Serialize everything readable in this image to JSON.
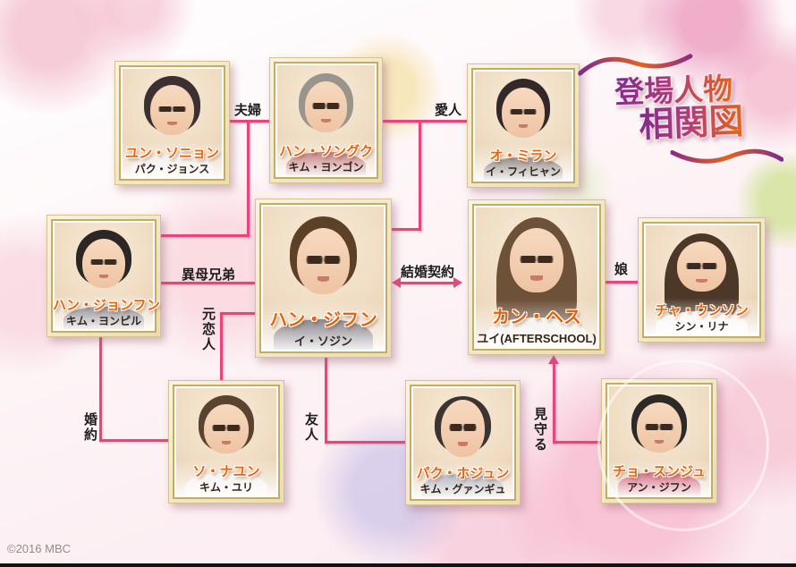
{
  "title": {
    "line1": "登場人物",
    "line2": "相関図"
  },
  "copyright": "©2016 MBC",
  "colors": {
    "line_pink": "#e8457f",
    "name_orange": "#e8640c",
    "frame_gold": "#c9ab5e"
  },
  "characters": [
    {
      "name": "ユン・ソニョン",
      "actor": "パク・ジョンス"
    },
    {
      "name": "ハン・ソングク",
      "actor": "キム・ヨンゴン"
    },
    {
      "name": "オ・ミラン",
      "actor": "イ・フィヒャン"
    },
    {
      "name": "ハン・ジョンフン",
      "actor": "キム・ヨンピル"
    },
    {
      "name": "ハン・ジフン",
      "actor": "イ・ソジン"
    },
    {
      "name": "カン・ヘス",
      "actor": "ユイ(AFTERSCHOOL)"
    },
    {
      "name": "チャ・ウンソン",
      "actor": "シン・リナ"
    },
    {
      "name": "ソ・ナユン",
      "actor": "キム・ユリ"
    },
    {
      "name": "パク・ホジュン",
      "actor": "キム・グァンギュ"
    },
    {
      "name": "チョ・スンジュ",
      "actor": "アン・ジフン"
    }
  ],
  "relations": {
    "fufu": "夫婦",
    "aijin": "愛人",
    "ibokyodai": "異母兄弟",
    "kekkonkeiyaku": "結婚契約",
    "musume": "娘",
    "konyaku": "婚約",
    "motokoibito": "元恋人",
    "yujin": "友人",
    "mimamoru": "見守る"
  }
}
